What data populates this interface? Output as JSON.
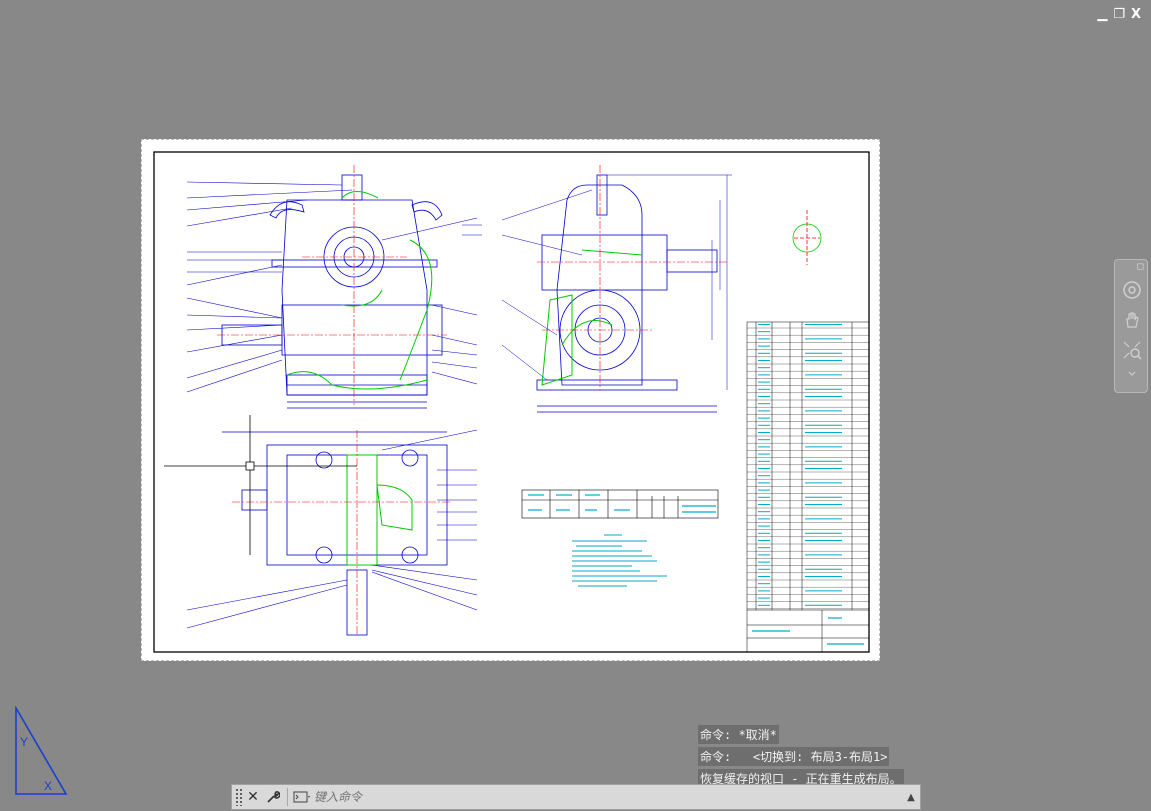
{
  "window_controls": {
    "minimize": "▁",
    "restore": "❐",
    "close": "X"
  },
  "command_history": [
    "命令: *取消*",
    "命令:   <切换到: 布局3-布局1>",
    "恢复缓存的视口 - 正在重生成布局。"
  ],
  "command_input": {
    "placeholder": "键入命令"
  },
  "nav_icons": [
    "steering-wheel-icon",
    "pan-hand-icon",
    "zoom-extents-icon",
    "more-icon"
  ],
  "colors": {
    "canvas": "#888888",
    "paper": "#ffffff",
    "lines": "#0000cc",
    "centerline": "#ff0000",
    "section": "#00cc00",
    "text": "#00aacc"
  }
}
